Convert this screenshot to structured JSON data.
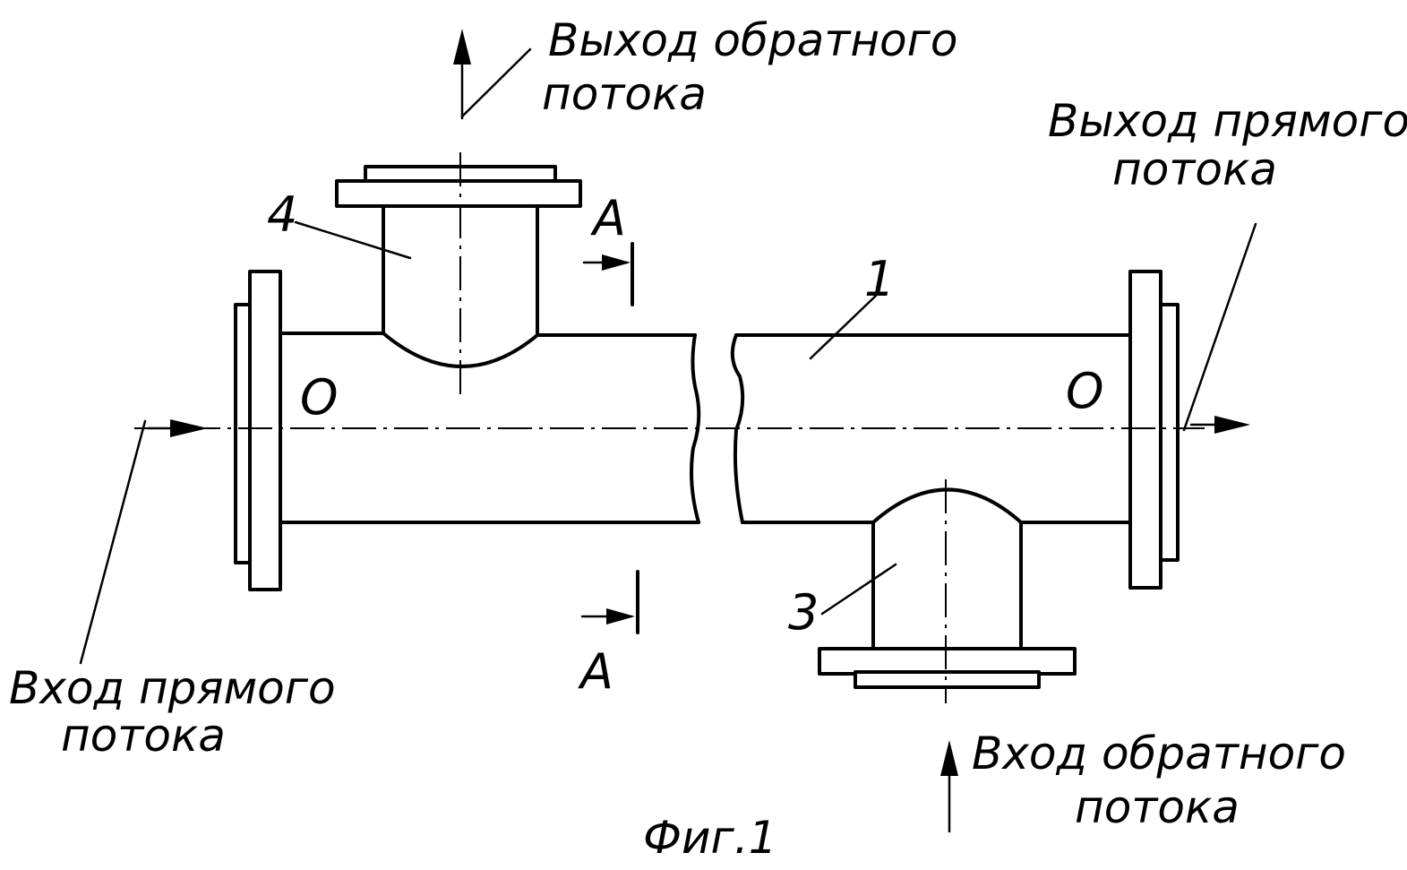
{
  "labels": {
    "outlet_return_l1": "Выход обратного",
    "outlet_return_l2": "потока",
    "outlet_direct_l1": "Выход прямого",
    "outlet_direct_l2": "потока",
    "inlet_direct_l1": "Вход прямого",
    "inlet_direct_l2": "потока",
    "inlet_return_l1": "Вход обратного",
    "inlet_return_l2": "потока",
    "figure": "Фиг.1"
  },
  "callouts": {
    "pipe": "1",
    "bottom_nozzle": "3",
    "top_nozzle": "4",
    "axis_left": "О",
    "axis_right": "О",
    "section_top": "А",
    "section_bottom": "А"
  }
}
